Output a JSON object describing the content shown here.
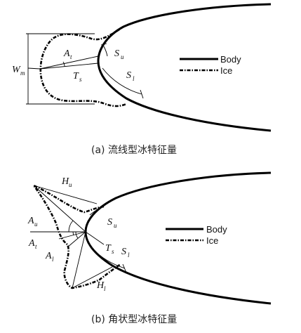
{
  "panel_a": {
    "labels": {
      "A": "A",
      "A_sub": "t",
      "W": "W",
      "W_sub": "m",
      "T": "T",
      "T_sub": "s",
      "Su": "S",
      "Su_sub": "u",
      "Sl": "S",
      "Sl_sub": "l"
    },
    "legend": {
      "body": "Body",
      "ice": "Ice"
    },
    "caption": "(a) 流线型冰特征量"
  },
  "panel_b": {
    "labels": {
      "Hu": "H",
      "Hu_sub": "u",
      "Au": "A",
      "Au_sub": "u",
      "At": "A",
      "At_sub": "t",
      "Al": "A",
      "Al_sub": "l",
      "Ts": "T",
      "Ts_sub": "s",
      "Su": "S",
      "Su_sub": "u",
      "Sl": "S",
      "Sl_sub": "l",
      "Hl": "H",
      "Hl_sub": "l"
    },
    "legend": {
      "body": "Body",
      "ice": "Ice"
    },
    "caption": "(b) 角状型冰特征量"
  }
}
